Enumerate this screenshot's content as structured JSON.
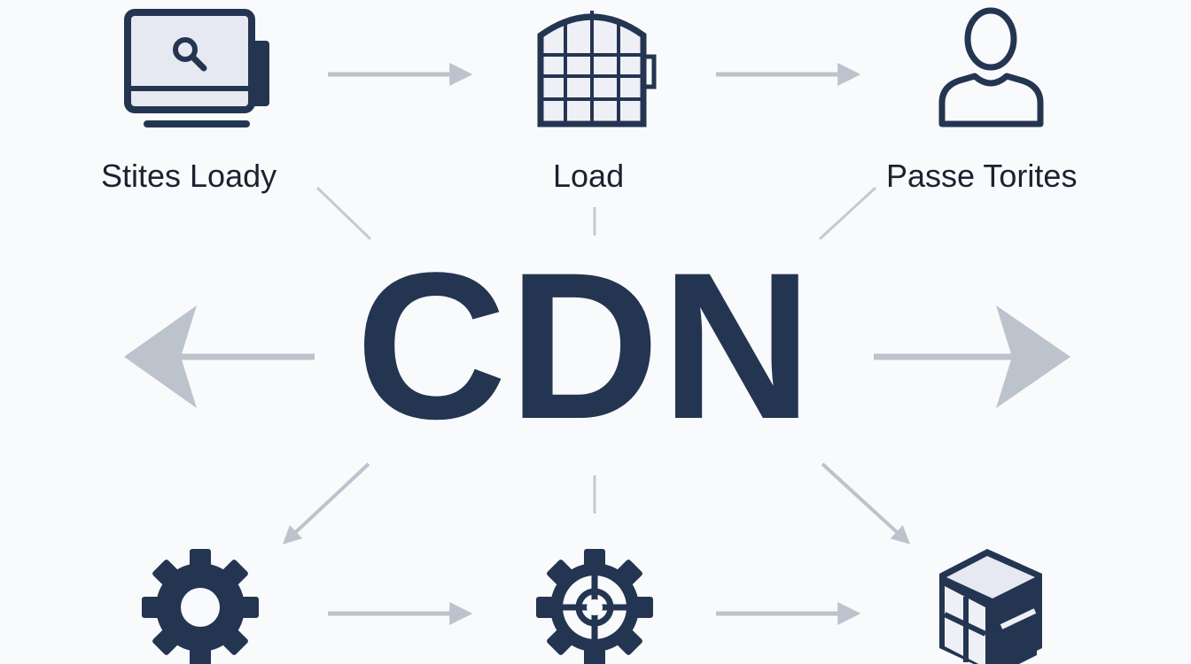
{
  "diagram": {
    "center_label": "CDN",
    "nodes": [
      {
        "id": "monitor",
        "label": "Stites Loady",
        "icon": "monitor-search-icon"
      },
      {
        "id": "grid",
        "label": "Load",
        "icon": "grid-cage-icon"
      },
      {
        "id": "user",
        "label": "Passe Torites",
        "icon": "user-icon"
      },
      {
        "id": "gear",
        "label": "",
        "icon": "gear-icon"
      },
      {
        "id": "target-gear",
        "label": "",
        "icon": "target-gear-icon"
      },
      {
        "id": "box",
        "label": "",
        "icon": "cube-box-icon"
      }
    ],
    "colors": {
      "primary": "#243552",
      "arrow": "#bcc3cd",
      "icon_fill": "#e6e9f1",
      "background": "#f9fafb"
    }
  }
}
